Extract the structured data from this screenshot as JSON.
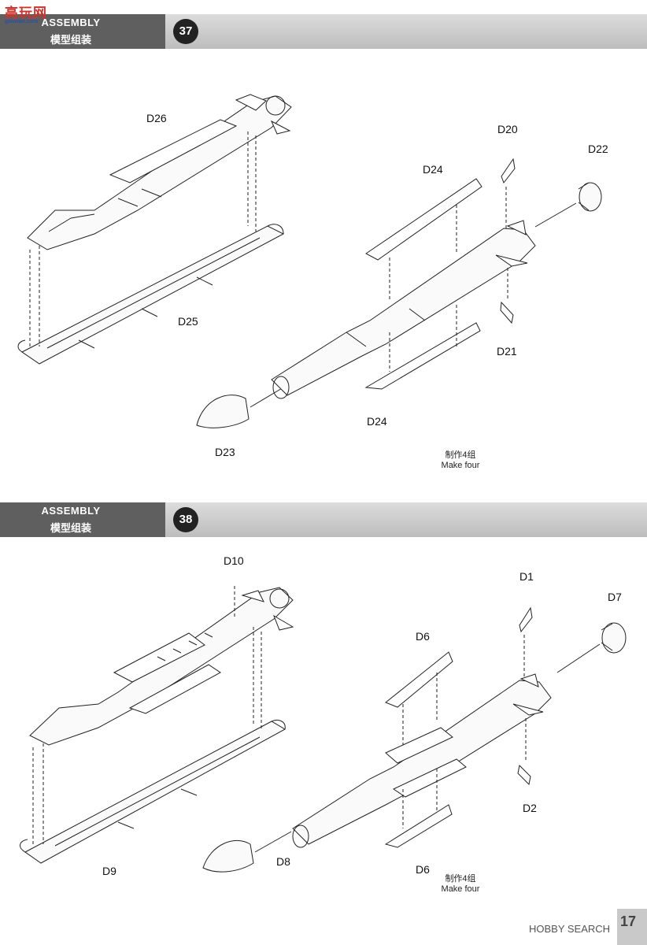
{
  "watermark": {
    "cn": "高玩网",
    "url": "gaowan.com"
  },
  "steps": [
    {
      "title_en": "ASSEMBLY",
      "title_cn": "模型组装",
      "number": "37",
      "labels": {
        "d26": "D26",
        "d25": "D25",
        "d23": "D23",
        "d24_top": "D24",
        "d24_bottom": "D24",
        "d20": "D20",
        "d21": "D21",
        "d22": "D22"
      },
      "note_cn": "制作4组",
      "note_en": "Make four"
    },
    {
      "title_en": "ASSEMBLY",
      "title_cn": "模型组装",
      "number": "38",
      "labels": {
        "d10": "D10",
        "d9": "D9",
        "d8": "D8",
        "d6_top": "D6",
        "d6_bottom": "D6",
        "d1": "D1",
        "d2": "D2",
        "d7": "D7"
      },
      "note_cn": "制作4组",
      "note_en": "Make four"
    }
  ],
  "footer": {
    "logo_text": "HOBBY SEARCH",
    "page_number": "17"
  }
}
